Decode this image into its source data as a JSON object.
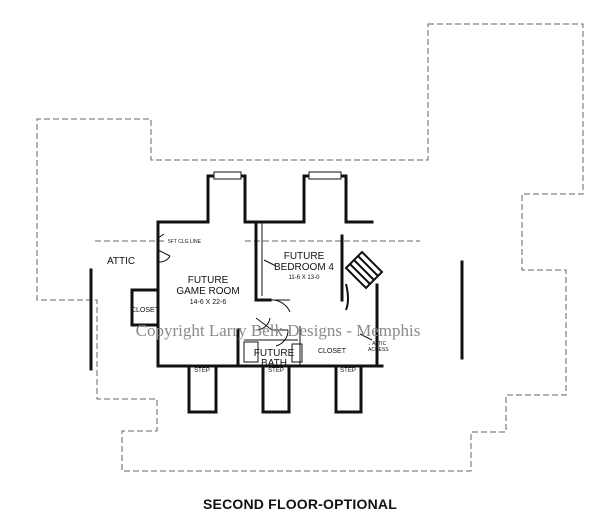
{
  "watermark": "Copyright Larry Belk Designs - Memphis",
  "rooms": {
    "attic": "ATTIC",
    "game_room_name_1": "FUTURE",
    "game_room_name_2": "GAME ROOM",
    "game_room_size": "14-6 X 22-6",
    "bedroom_name_1": "FUTURE",
    "bedroom_name_2": "BEDROOM 4",
    "bedroom_size": "11-6 X 13-0",
    "closet_left": "CLOSET",
    "closet_right": "CLOSET",
    "bath_name_1": "FUTURE",
    "bath_name_2": "BATH",
    "attic_access_1": "→ ATTIC",
    "attic_access_2": "ACCESS",
    "ceiling_note": "5FT CLG LINE"
  },
  "steps": [
    "STEP",
    "STEP",
    "STEP"
  ],
  "caption": "SECOND FLOOR-OPTIONAL"
}
